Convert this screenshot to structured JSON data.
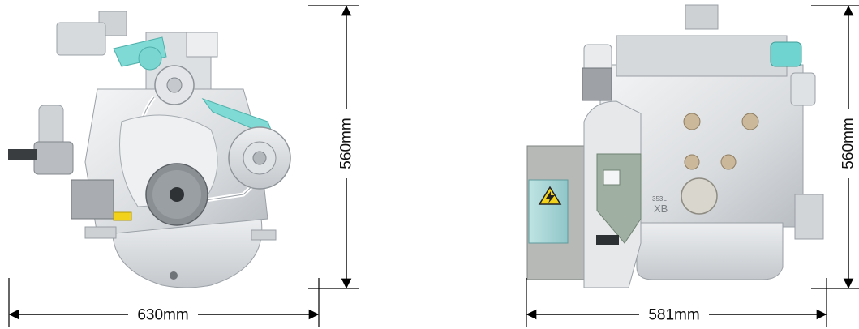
{
  "figure": {
    "front_view": {
      "width_label": "630mm",
      "height_label": "560mm"
    },
    "side_view": {
      "width_label": "581mm",
      "height_label": "560mm",
      "block_marking_top": "353L",
      "block_marking_bottom": "XB"
    }
  },
  "colors": {
    "engine_body": "#e6e8ea",
    "engine_shadow": "#b9bec3",
    "accent_teal": "#6fd3cf",
    "dimension_line": "#000000",
    "warning_yellow": "#f2d21a",
    "dark_parts": "#3a3d40"
  },
  "icons": [
    "high-voltage-warning-icon"
  ]
}
